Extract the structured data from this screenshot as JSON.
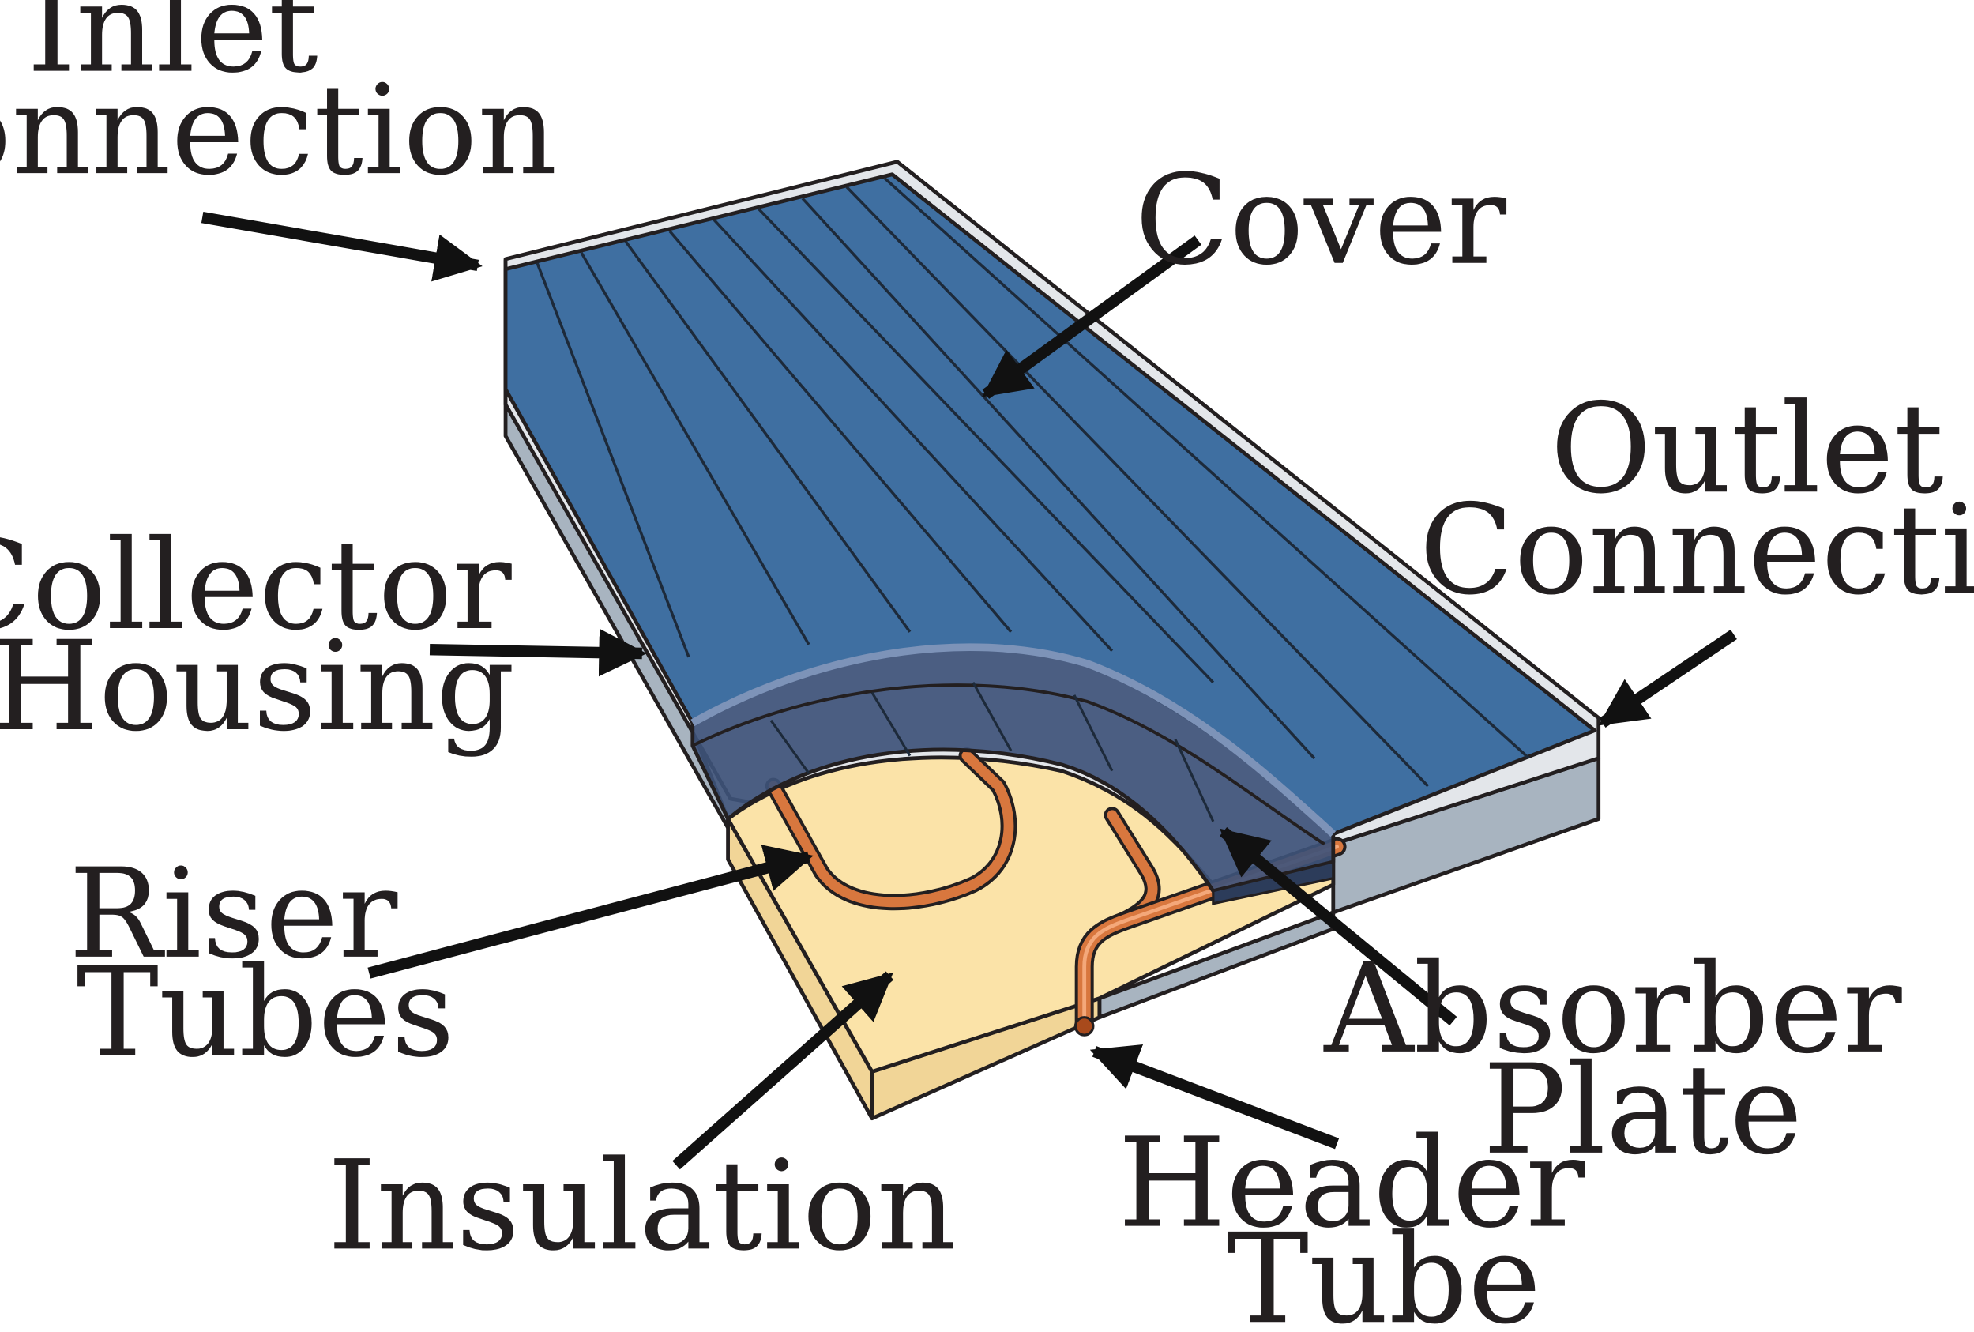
{
  "labels": {
    "inlet": [
      "Inlet",
      "Connection"
    ],
    "cover": [
      "Cover"
    ],
    "outlet": [
      "Outlet",
      "Connection"
    ],
    "housing": [
      "Collector",
      "Housing"
    ],
    "riser": [
      "Riser",
      "Tubes"
    ],
    "absorber": [
      "Absorber",
      "Plate"
    ],
    "insulation": [
      "Insulation"
    ],
    "header": [
      "Header",
      "Tube"
    ]
  },
  "colors": {
    "cover_blue": "#3f6fa1",
    "frame_light": "#e3e6ea",
    "frame_side": "#a8b4c0",
    "insulation": "#fbe3a8",
    "insulation_side": "#f1d597",
    "copper": "#d8773e",
    "glass_dark": "#3e5378",
    "outline": "#231f20"
  }
}
